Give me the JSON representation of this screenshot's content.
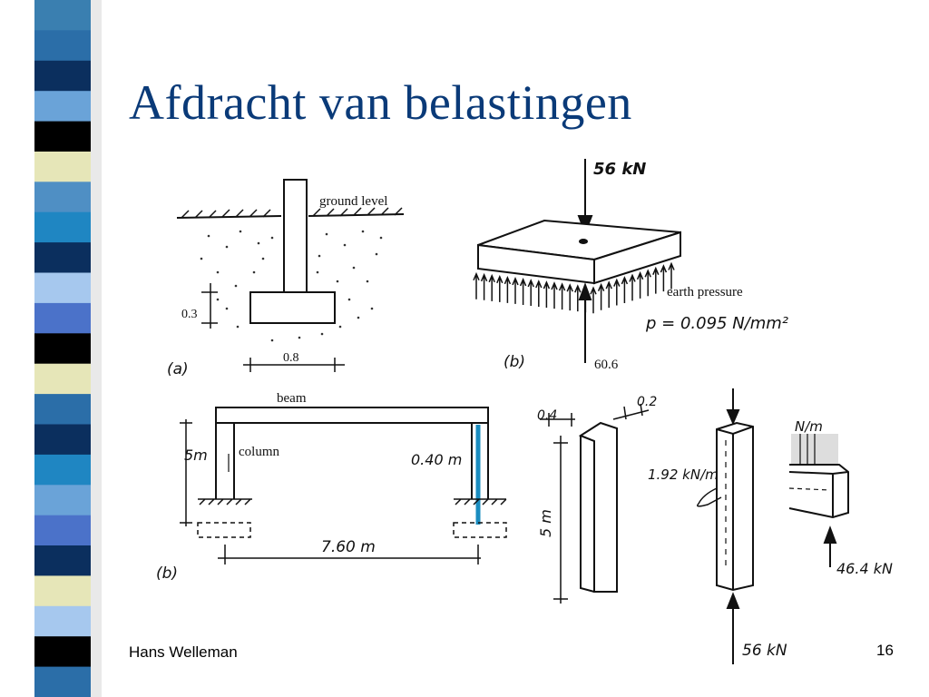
{
  "slide": {
    "title": "Afdracht van belastingen",
    "author": "Hans Welleman",
    "page_number": "16"
  },
  "colors": {
    "title": "#0a3a78",
    "stripe": [
      "#3a7fb0",
      "#2b6ea8",
      "#0b2f5e",
      "#6aa3d8",
      "#000000",
      "#e6e6b8",
      "#4f8fc4",
      "#1f86c2",
      "#0b2f5e",
      "#a6c8ee",
      "#4b72c9"
    ],
    "highlight_column": "#1a8cbf"
  },
  "figures": {
    "fig_a": {
      "label": "(a)",
      "ground_label": "ground level",
      "dim_depth": "0.3",
      "dim_width": "0.8"
    },
    "fig_b_slab": {
      "label": "(b)",
      "load": "56 kN",
      "pressure_label": "earth pressure",
      "pressure_value": "p = 0.095 N/mm²",
      "reaction": "60.6"
    },
    "fig_b_frame": {
      "label": "(b)",
      "beam_label": "beam",
      "column_label": "column",
      "height": "5m",
      "column_width": "0.40 m",
      "span": "7.60 m"
    },
    "fig_column": {
      "width_a": "0.4",
      "width_b": "0.2",
      "height": "5 m",
      "distributed": "1.92 kN/m",
      "bottom_load": "56 kN"
    },
    "fig_beam_end": {
      "top_label": "N/m",
      "reaction": "46.4 kN"
    }
  }
}
